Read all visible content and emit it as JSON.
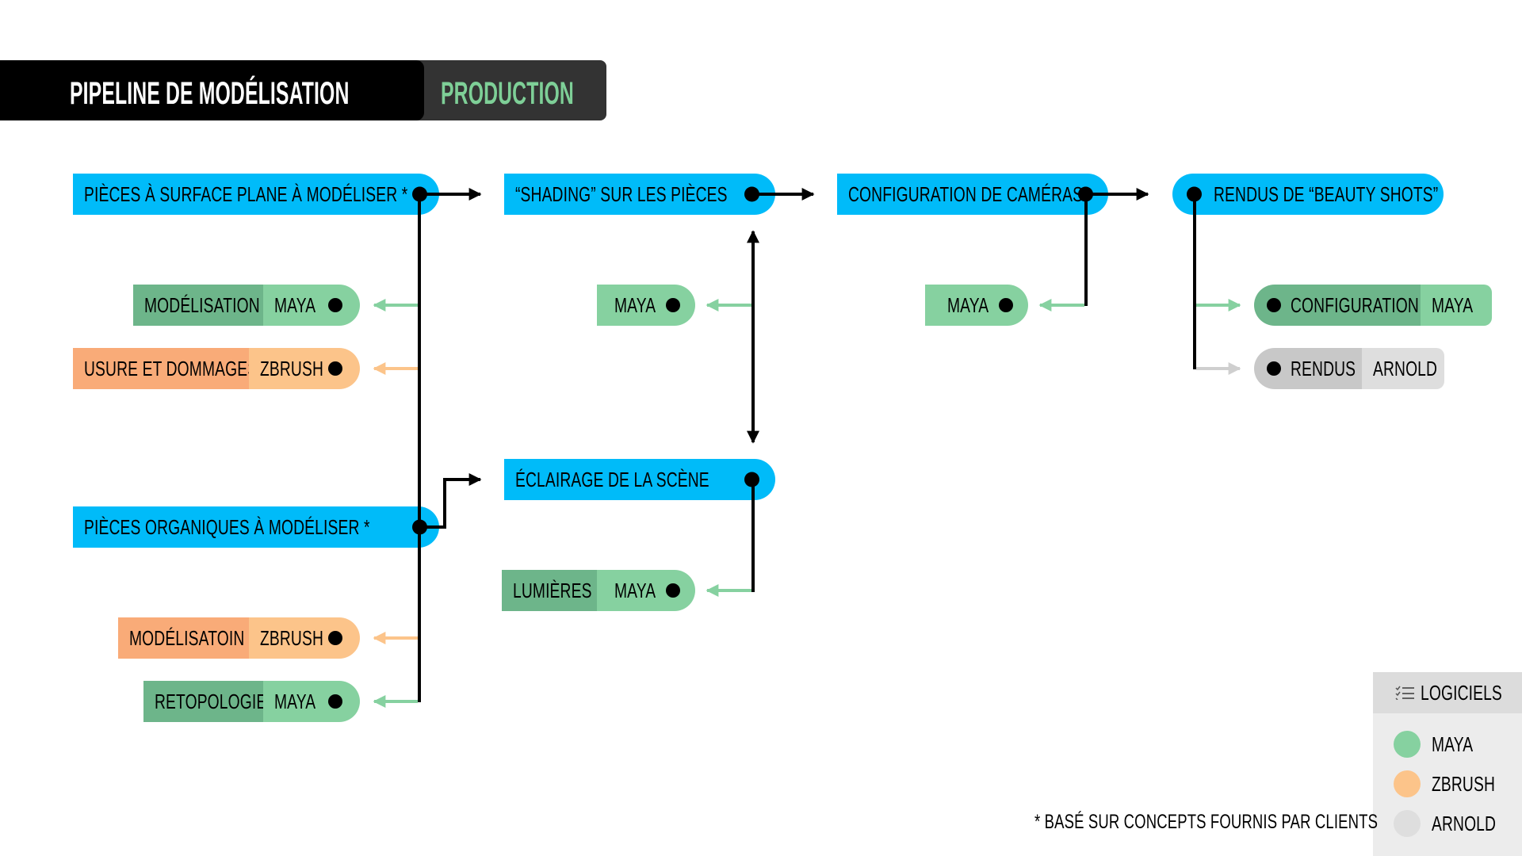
{
  "header": {
    "title": "PIPELINE DE MODÉLISATION",
    "subtitle": "PRODUCTION"
  },
  "stages": {
    "flat_parts": "PIÈCES À SURFACE PLANE À MODÉLISER *",
    "organic_parts": "PIÈCES ORGANIQUES À MODÉLISER *",
    "shading": "“SHADING” SUR LES PIÈCES",
    "lighting": "ÉCLAIRAGE DE LA SCÈNE",
    "cameras": "CONFIGURATION DE CAMÉRAS",
    "beauty": "RENDUS DE “BEAUTY SHOTS”"
  },
  "tasks": {
    "flat_modeling": {
      "task": "MODÉLISATION",
      "tool": "MAYA"
    },
    "flat_wear": {
      "task": "USURE ET DOMMAGES",
      "tool": "ZBRUSH"
    },
    "org_modeling": {
      "task": "MODÉLISATOIN",
      "tool": "ZBRUSH"
    },
    "org_retopo": {
      "task": "RETOPOLOGIE",
      "tool": "MAYA"
    },
    "shading_tool": {
      "tool": "MAYA"
    },
    "lights": {
      "task": "LUMIÈRES",
      "tool": "MAYA"
    },
    "camera_tool": {
      "tool": "MAYA"
    },
    "render_config": {
      "task": "CONFIGURATION",
      "tool": "MAYA"
    },
    "render_output": {
      "task": "RENDUS",
      "tool": "ARNOLD"
    }
  },
  "legend": {
    "title": "LOGICIELS",
    "items": [
      {
        "label": "MAYA",
        "color": "#86d1a0"
      },
      {
        "label": "ZBRUSH",
        "color": "#fcc48a"
      },
      {
        "label": "ARNOLD",
        "color": "#dedede"
      }
    ]
  },
  "footnote": "* BASÉ SUR CONCEPTS FOURNIS PAR CLIENTS",
  "colors": {
    "stage": "#00bbf9",
    "maya": "#86d1a0",
    "zbrush": "#fcc48a",
    "arnold": "#dedede",
    "header_accent": "#7ecf97"
  }
}
